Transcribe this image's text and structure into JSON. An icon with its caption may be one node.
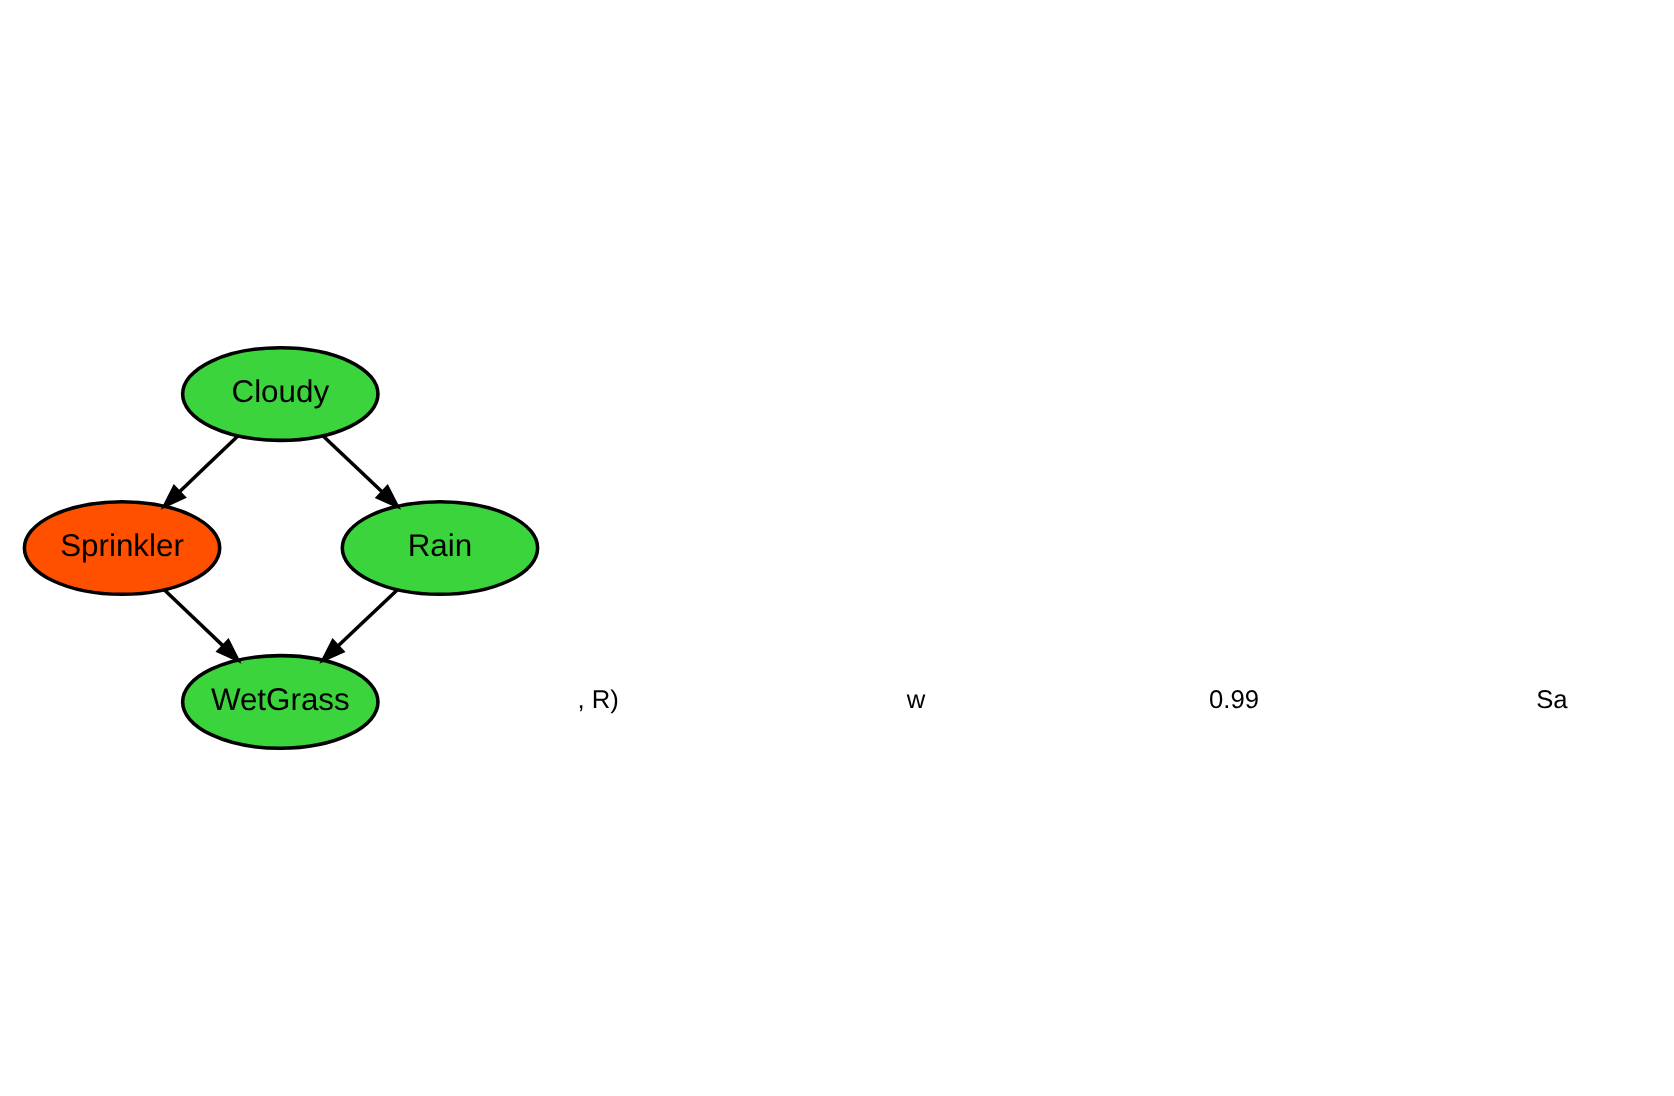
{
  "diagram": {
    "nodes": [
      {
        "text": [
          "Cloudy"
        ]
      },
      {
        "text": [
          "Sprinkler"
        ]
      },
      {
        "text": [
          "Rain"
        ]
      },
      {
        "text": [
          "WetGrass"
        ]
      }
    ],
    "edges": [
      {
        "from": 0,
        "to": 1,
        "arrow": "to"
      },
      {
        "from": 0,
        "to": 2,
        "arrow": "to"
      },
      {
        "from": 1,
        "to": 3,
        "arrow": "to"
      },
      {
        "from": 2,
        "to": 3,
        "arrow": "to"
      }
    ],
    "labels": [
      ", R)",
      "w",
      "0.99",
      "Sa"
    ]
  }
}
